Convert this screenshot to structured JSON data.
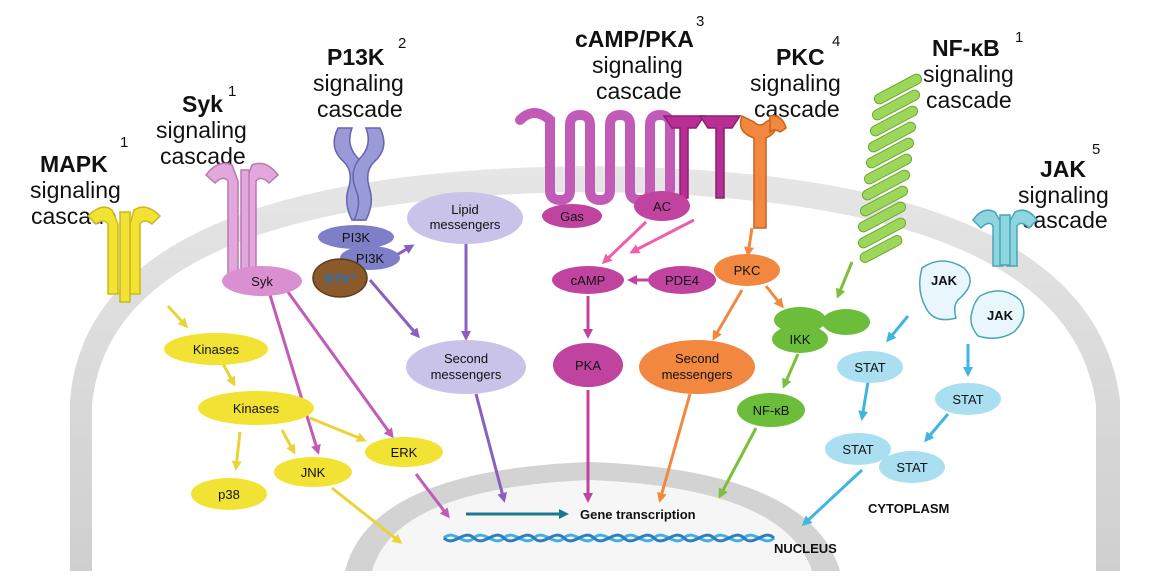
{
  "colors": {
    "mapk": "#f2e234",
    "syk": "#d98fd0",
    "pi3k": "#8f8fd6",
    "lipid": "#c9c3ea",
    "camp": "#c0449f",
    "pkc": "#f2873f",
    "nfkb": "#8ccc4a",
    "jak": "#8dd6e0",
    "membrane": "#dedede",
    "btk": "#8b5a2b",
    "dna": "#46aee6"
  },
  "titles": {
    "mapk": {
      "name": "MAPK",
      "sup": "1",
      "line1": "signaling",
      "line2": "cascade"
    },
    "syk": {
      "name": "Syk",
      "sup": "1",
      "line1": "signaling",
      "line2": "cascade"
    },
    "p13k": {
      "name": "P13K",
      "sup": "2",
      "line1": "signaling",
      "line2": "cascade"
    },
    "camp": {
      "name": "cAMP/PKA",
      "sup": "3",
      "line1": "signaling",
      "line2": "cascade"
    },
    "pkc": {
      "name": "PKC",
      "sup": "4",
      "line1": "signaling",
      "line2": "cascade"
    },
    "nfkb": {
      "name": "NF-κB",
      "sup": "1",
      "line1": "signaling",
      "line2": "cascade"
    },
    "jak": {
      "name": "JAK",
      "sup": "5",
      "line1": "signaling",
      "line2": "cascade"
    }
  },
  "nodes": {
    "kinases1": "Kinases",
    "kinases2": "Kinases",
    "p38": "p38",
    "jnk": "JNK",
    "erk": "ERK",
    "syk": "Syk",
    "pi3k1": "PI3K",
    "pi3k2": "PI3K",
    "btk": "BTK³",
    "lipid_line1": "Lipid",
    "lipid_line2": "messengers",
    "second_a_line1": "Second",
    "second_a_line2": "messengers",
    "gas": "Gas",
    "ac": "AC",
    "camp": "cAMP",
    "pde4": "PDE4",
    "pka": "PKA",
    "pkc": "PKC",
    "second_b_line1": "Second",
    "second_b_line2": "messengers",
    "ikk": "IKK",
    "nfkb": "NF-κB",
    "jak1": "JAK",
    "jak2": "JAK",
    "stat1": "STAT",
    "stat2": "STAT",
    "stat3": "STAT",
    "stat4": "STAT"
  },
  "labels": {
    "gene_transcription": "Gene transcription",
    "cytoplasm": "CYTOPLASM",
    "nucleus": "NUCLEUS"
  }
}
